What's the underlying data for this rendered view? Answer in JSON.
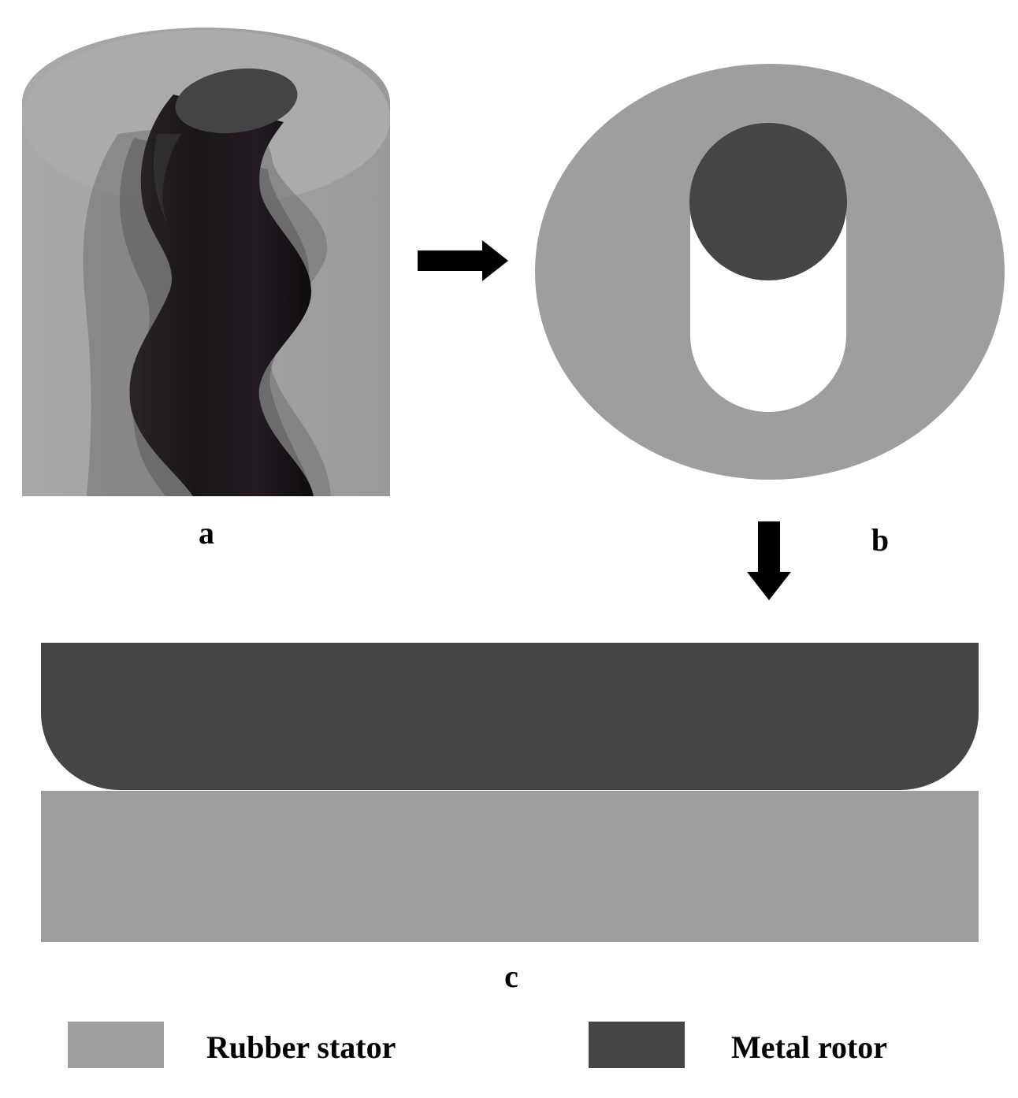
{
  "colors": {
    "rubber_stator": "#9e9e9e",
    "metal_rotor": "#454545",
    "rotor_3d": "#161214",
    "arrow": "#000000",
    "background": "#ffffff"
  },
  "panels": {
    "a": {
      "label": "a"
    },
    "b": {
      "label": "b"
    },
    "c": {
      "label": "c"
    }
  },
  "arrows": [
    {
      "name": "arrow-right",
      "direction": "right"
    },
    {
      "name": "arrow-down",
      "direction": "down"
    }
  ],
  "legend": {
    "items": [
      {
        "label": "Rubber stator",
        "color": "#9e9e9e"
      },
      {
        "label": "Metal rotor",
        "color": "#454545"
      }
    ]
  }
}
